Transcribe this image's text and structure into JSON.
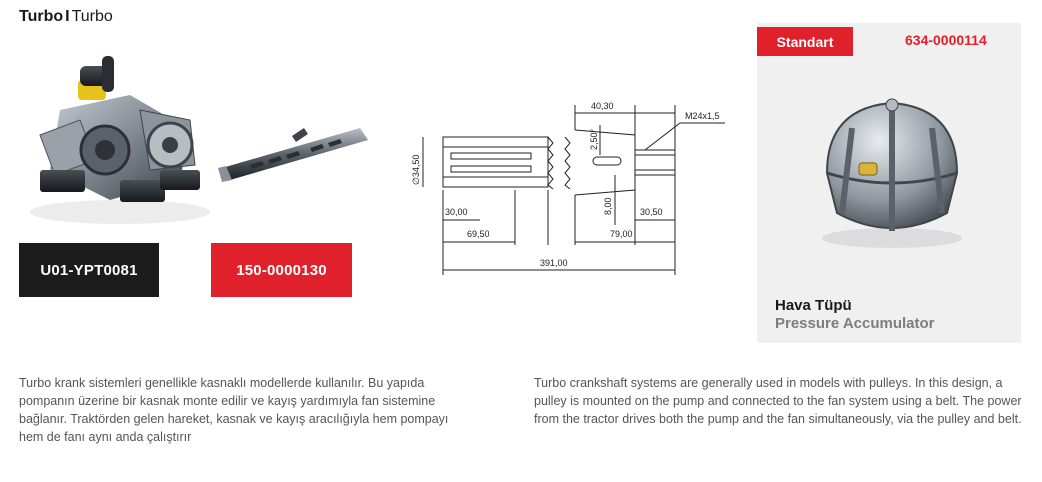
{
  "header": {
    "title_bold": "Turbo",
    "separator": "I",
    "title_light": "Turbo"
  },
  "products": [
    {
      "code": "U01-YPT0081",
      "color": "#1c1c1c",
      "image": "pump-image"
    },
    {
      "code": "150-0000130",
      "color": "#e0202a",
      "image": "pto-shaft-image"
    }
  ],
  "drawing": {
    "dims": {
      "d1": "40,30",
      "d2": "M24x1,5",
      "d3": "2,50°",
      "d4": "∅34,50",
      "d5": "8,00",
      "d6": "30,00",
      "d7": "30,50",
      "d8": "69,50",
      "d9": "79,00",
      "d10": "391,00"
    }
  },
  "accessory": {
    "badge": "Standart",
    "code": "634-0000114",
    "title": "Hava Tüpü",
    "subtitle": "Pressure Accumulator",
    "accent": "#e0202a"
  },
  "description": {
    "tr": "Turbo krank sistemleri genellikle kasnaklı modellerde kullanılır. Bu yapıda pompanın üzerine bir kasnak monte edilir ve kayış yardımıyla fan sistemine bağlanır. Traktörden gelen hareket, kasnak ve kayış aracılığıyla hem pompayı hem de fanı aynı anda çalıştırır",
    "en": "Turbo crankshaft systems are generally used in models with pulleys. In this design, a pulley is mounted on the pump and connected to the fan system using a belt. The power from the tractor drives both the pump and the fan simultaneously, via the pulley and belt."
  }
}
